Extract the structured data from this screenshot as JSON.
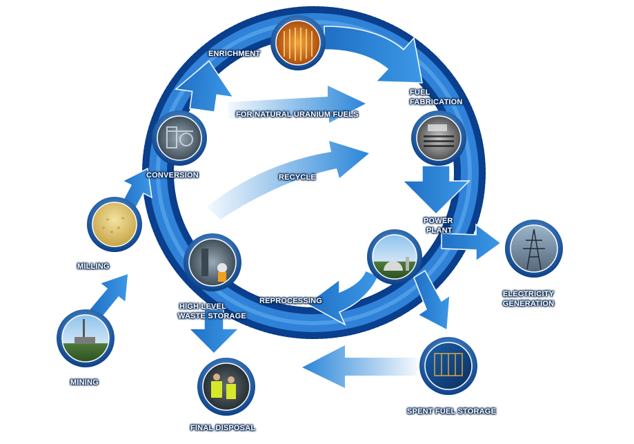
{
  "labels": {
    "enrichment": "ENRICHMENT",
    "fuel_fabrication_1": "FUEL",
    "fuel_fabrication_2": "FABRICATION",
    "natural_uranium": "FOR NATURAL URANIUM FUELS",
    "recycle": "RECYCLE",
    "conversion": "CONVERSION",
    "power_plant_1": "POWER",
    "power_plant_2": "PLANT",
    "milling": "MILLING",
    "electricity_1": "ELECTRICITY",
    "electricity_2": "GENERATION",
    "high_level_1": "HIGH LEVEL",
    "high_level_2": "WASTE STORAGE",
    "reprocessing": "REPROCESSING",
    "mining": "MINING",
    "final_disposal": "FINAL DISPOSAL",
    "spent_fuel": "SPENT FUEL STORAGE"
  },
  "colors": {
    "ring_dark": "#0a4fa8",
    "ring_light": "#3f8fe0",
    "arrow": "#2a86d8",
    "arrow_light": "#6fb4ee",
    "node_border": "#1b5fb6",
    "text_shadow": "#0b2a55"
  },
  "icons": {
    "enrichment": "centrifuge-photo-icon",
    "fuel_fabrication": "fuel-assembly-photo-icon",
    "conversion": "conversion-plant-photo-icon",
    "power_plant": "reactor-dome-photo-icon",
    "milling": "yellowcake-photo-icon",
    "electricity": "pylon-photo-icon",
    "high_level_waste": "waste-facility-photo-icon",
    "mining": "mine-site-photo-icon",
    "final_disposal": "workers-photo-icon",
    "spent_fuel": "fuel-pool-photo-icon"
  }
}
